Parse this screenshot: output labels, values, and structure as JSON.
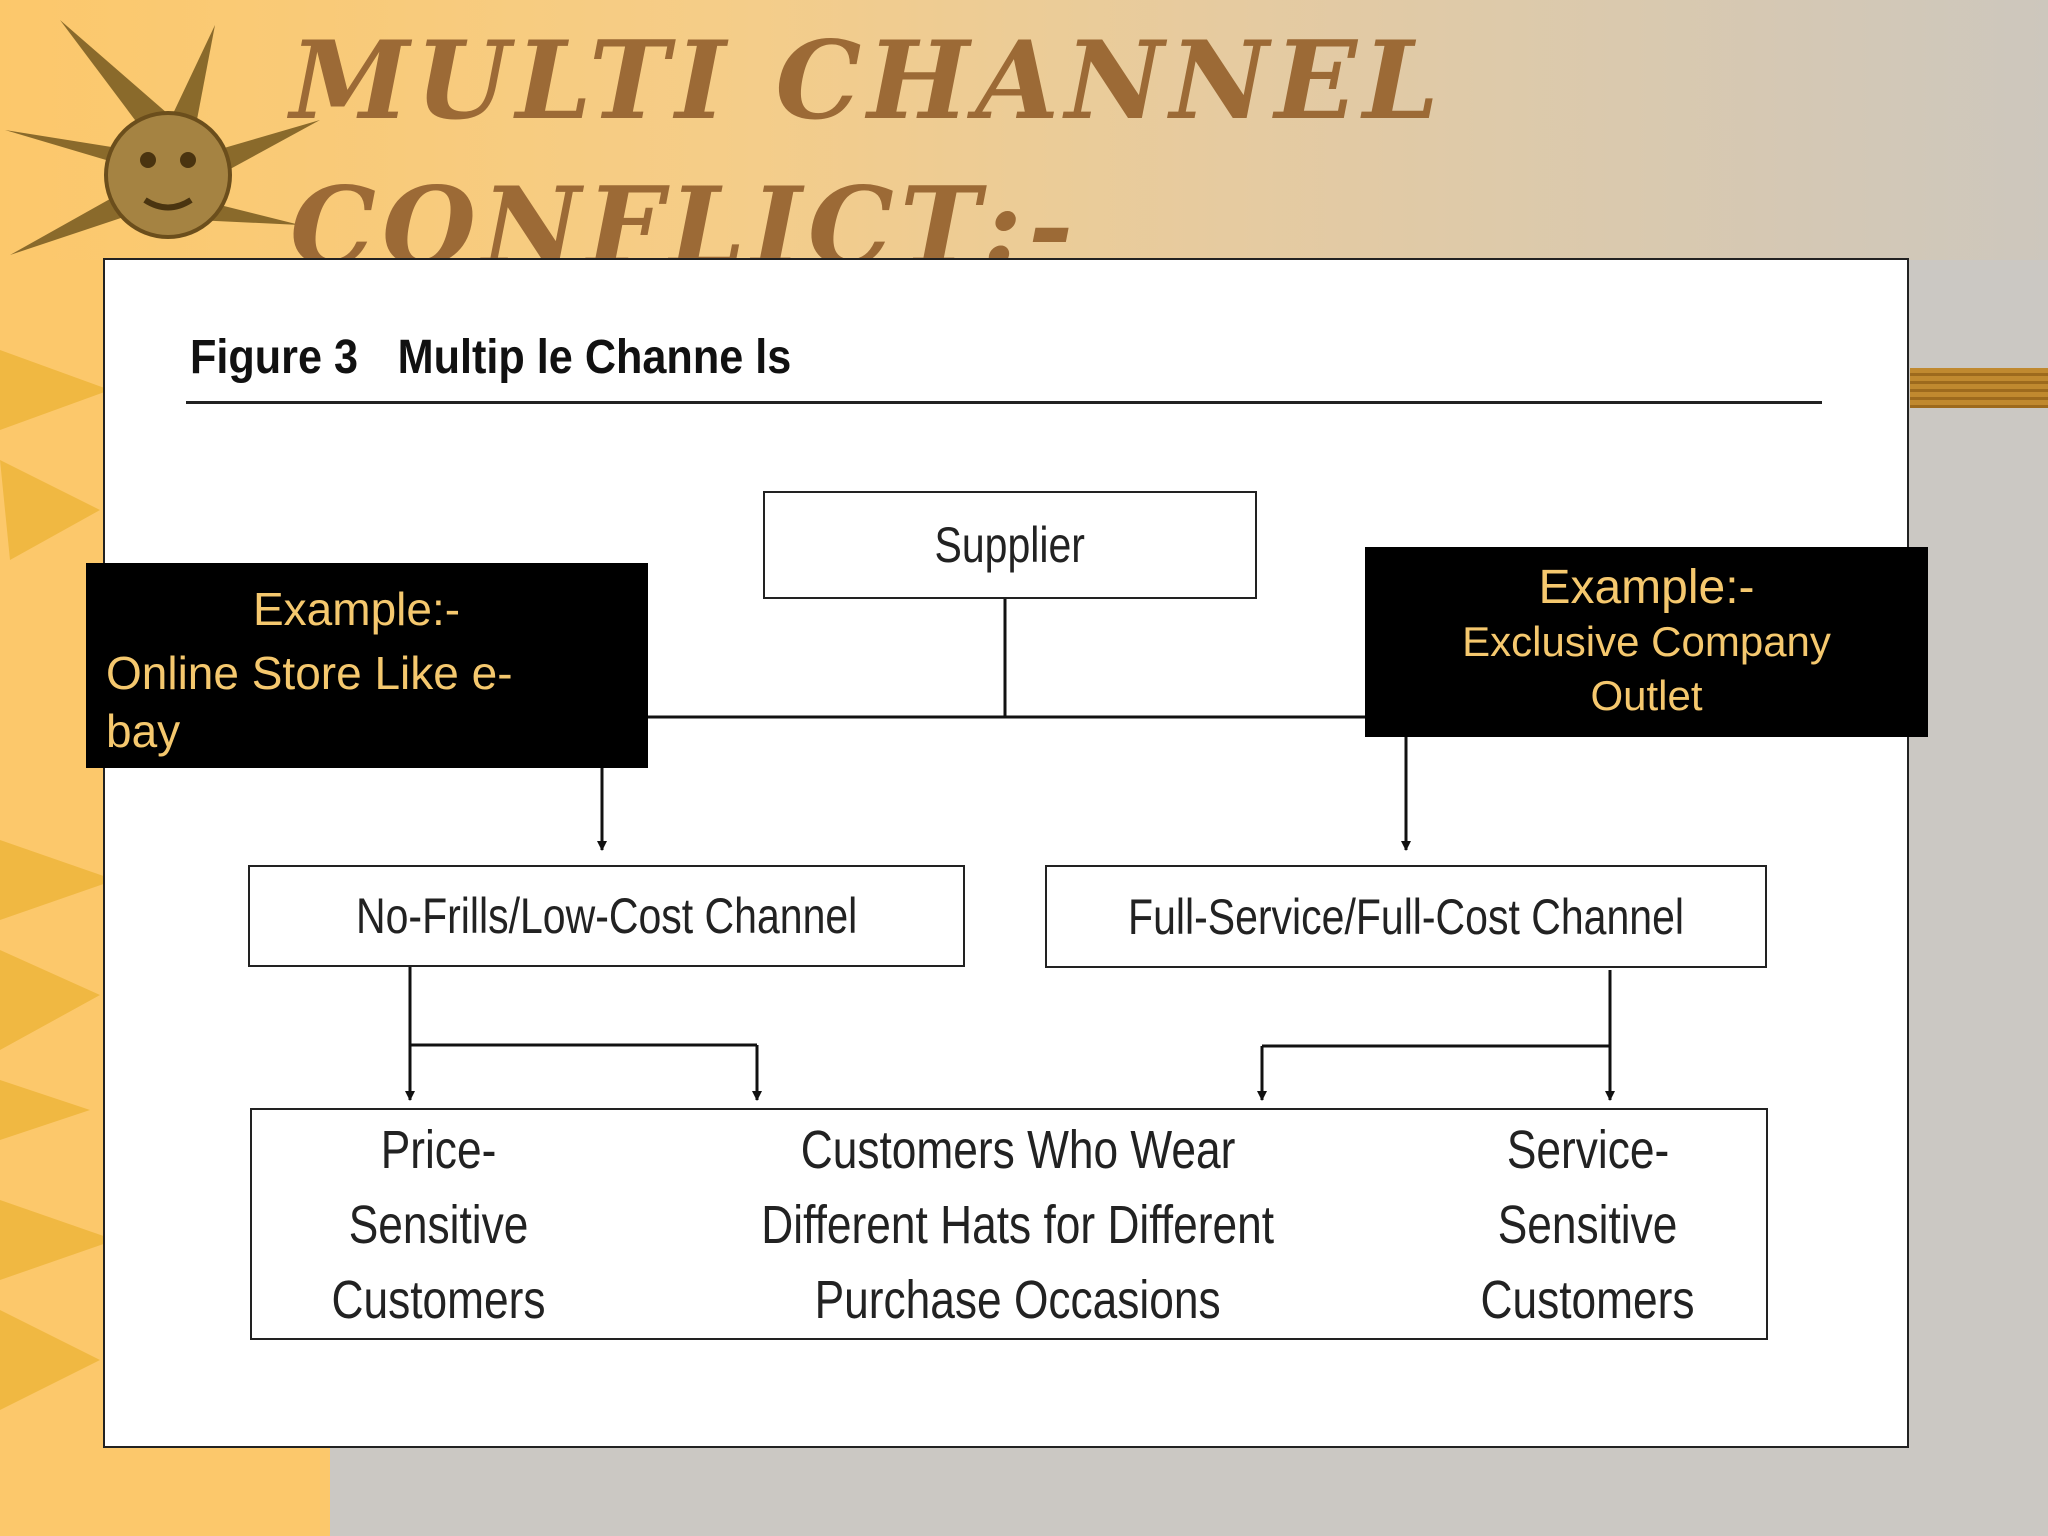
{
  "slide": {
    "title_line1": "Multi Channel",
    "title_line2": "Conflict:-"
  },
  "figure": {
    "label": "Figure 3",
    "title": "Multip le Channe ls"
  },
  "nodes": {
    "supplier": "Supplier",
    "low_cost": "No-Frills/Low-Cost Channel",
    "full_service": "Full-Service/Full-Cost Channel"
  },
  "customers": {
    "left": [
      "Price-",
      "Sensitive",
      "Customers"
    ],
    "middle": [
      "Customers Who Wear",
      "Different Hats for Different",
      "Purchase Occasions"
    ],
    "right": [
      "Service-",
      "Sensitive",
      "Customers"
    ]
  },
  "examples": {
    "left": {
      "heading": "Example:-",
      "line1": "Online Store Like e-",
      "line2": "bay"
    },
    "right": {
      "heading": "Example:-",
      "line1": "Exclusive Company",
      "line2": "Outlet"
    }
  },
  "colors": {
    "title": "#9c6a36",
    "example_text": "#f5c86e",
    "left_bar": "#fcc86b"
  }
}
